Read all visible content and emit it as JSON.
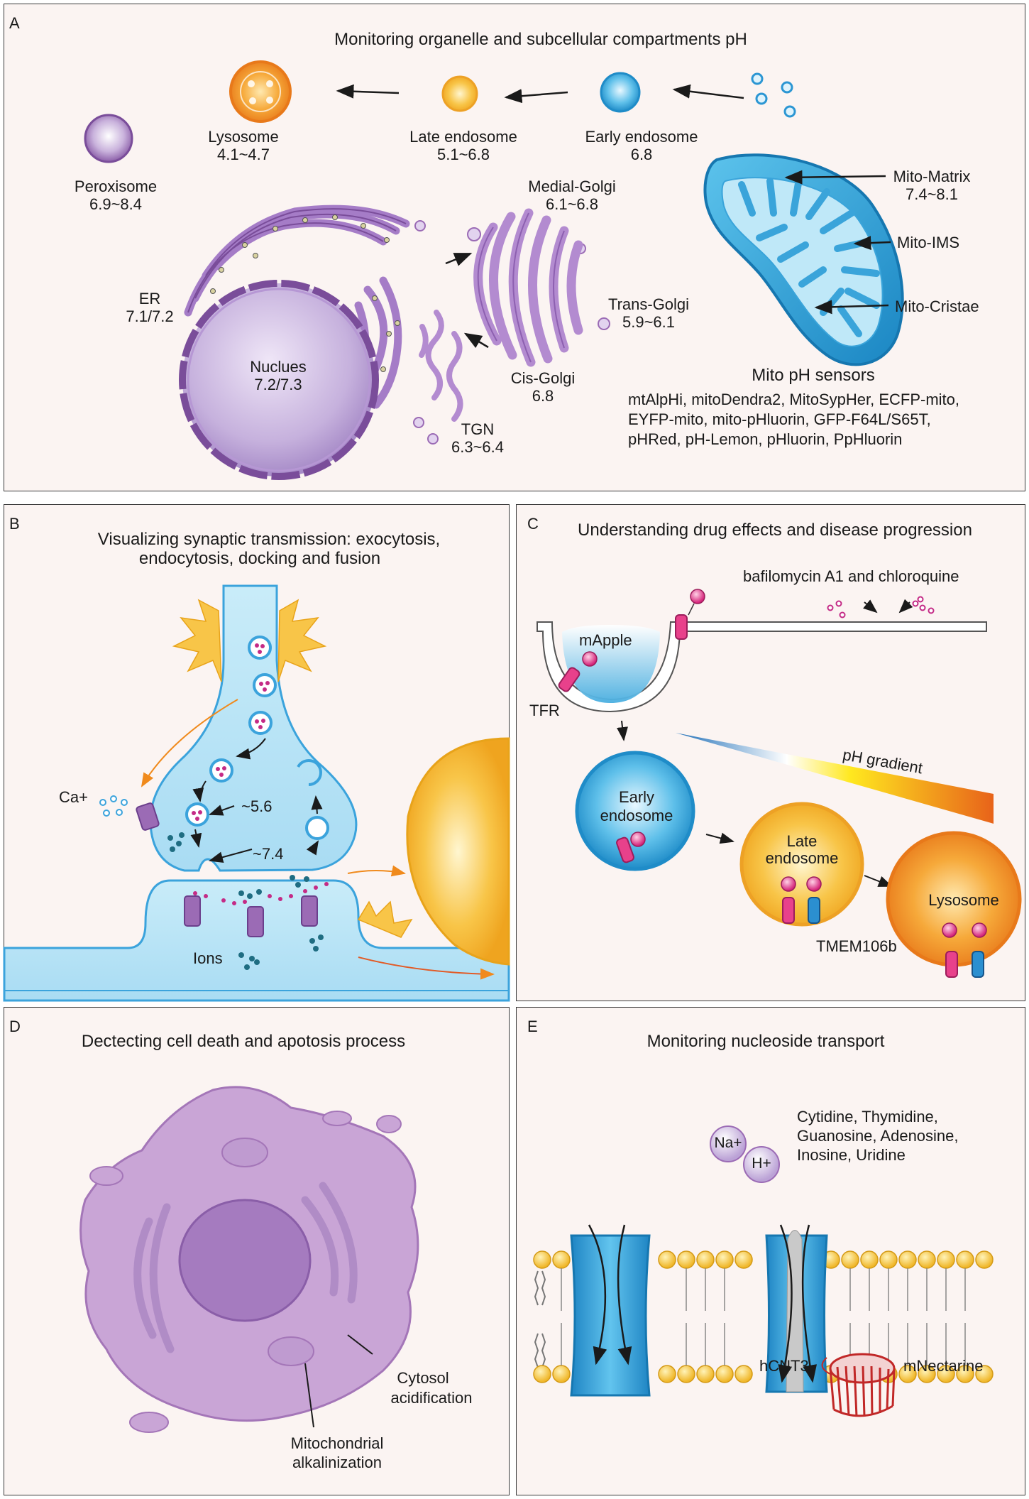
{
  "colors": {
    "panel_bg": "#fbf4f2",
    "purple": "#9b6bb5",
    "light_purple": "#c9b2dc",
    "blue": "#3ba3dc",
    "light_blue": "#c9ebf8",
    "orange": "#f08a1c",
    "yellow": "#f6bd33",
    "magenta": "#d5247a",
    "teal": "#1f6d82"
  },
  "panel_a": {
    "letter": "A",
    "title": "Monitoring organelle and subcellular compartments pH",
    "lysosome": {
      "name": "Lysosome",
      "ph": "4.1~4.7"
    },
    "late_endosome": {
      "name": "Late endosome",
      "ph": "5.1~6.8"
    },
    "early_endosome": {
      "name": "Early endosome",
      "ph": "6.8"
    },
    "peroxisome": {
      "name": "Peroxisome",
      "ph": "6.9~8.4"
    },
    "medial_golgi": {
      "name": "Medial-Golgi",
      "ph": "6.1~6.8"
    },
    "trans_golgi": {
      "name": "Trans-Golgi",
      "ph": "5.9~6.1"
    },
    "cis_golgi": {
      "name": "Cis-Golgi",
      "ph": "6.8"
    },
    "tgn": {
      "name": "TGN",
      "ph": "6.3~6.4"
    },
    "er": {
      "name": "ER",
      "ph": "7.1/7.2"
    },
    "nucleus": {
      "name": "Nuclues",
      "ph": "7.2/7.3"
    },
    "mito_matrix": {
      "name": "Mito-Matrix",
      "ph": "7.4~8.1"
    },
    "mito_ims": "Mito-IMS",
    "mito_cristae": "Mito-Cristae",
    "sensors_title": "Mito pH sensors",
    "sensors_lines": [
      "mtAlpHi, mitoDendra2, MitoSypHer, ECFP-mito,",
      "EYFP-mito, mito-pHluorin, GFP-F64L/S65T,",
      "pHRed, pH-Lemon, pHluorin, PpHluorin"
    ]
  },
  "panel_b": {
    "letter": "B",
    "title_line1": "Visualizing synaptic transmission: exocytosis,",
    "title_line2": "endocytosis, docking and fusion",
    "ca_label": "Ca+",
    "ph_vesicle": "~5.6",
    "ph_cleft": "~7.4",
    "ions_label": "Ions"
  },
  "panel_c": {
    "letter": "C",
    "title": "Understanding drug effects and disease progression",
    "drug_label": "bafilomycin A1 and chloroquine",
    "mapple": "mApple",
    "tfr": "TFR",
    "gradient": "pH gradient",
    "early_line1": "Early",
    "early_line2": "endosome",
    "late_line1": "Late",
    "late_line2": "endosome",
    "lysosome": "Lysosome",
    "tmem": "TMEM106b"
  },
  "panel_d": {
    "letter": "D",
    "title": "Dectecting cell death and apotosis process",
    "cytosol_line1": "Cytosol",
    "cytosol_line2": "acidification",
    "mito_line1": "Mitochondrial",
    "mito_line2": "alkalinization"
  },
  "panel_e": {
    "letter": "E",
    "title": "Monitoring nucleoside  transport",
    "na": "Na+",
    "h": "H+",
    "nucleosides": [
      "Cytidine, Thymidine,",
      "Guanosine, Adenosine,",
      "Inosine, Uridine"
    ],
    "hcnt3": "hCNT3",
    "mnectarine": "mNectarine"
  }
}
